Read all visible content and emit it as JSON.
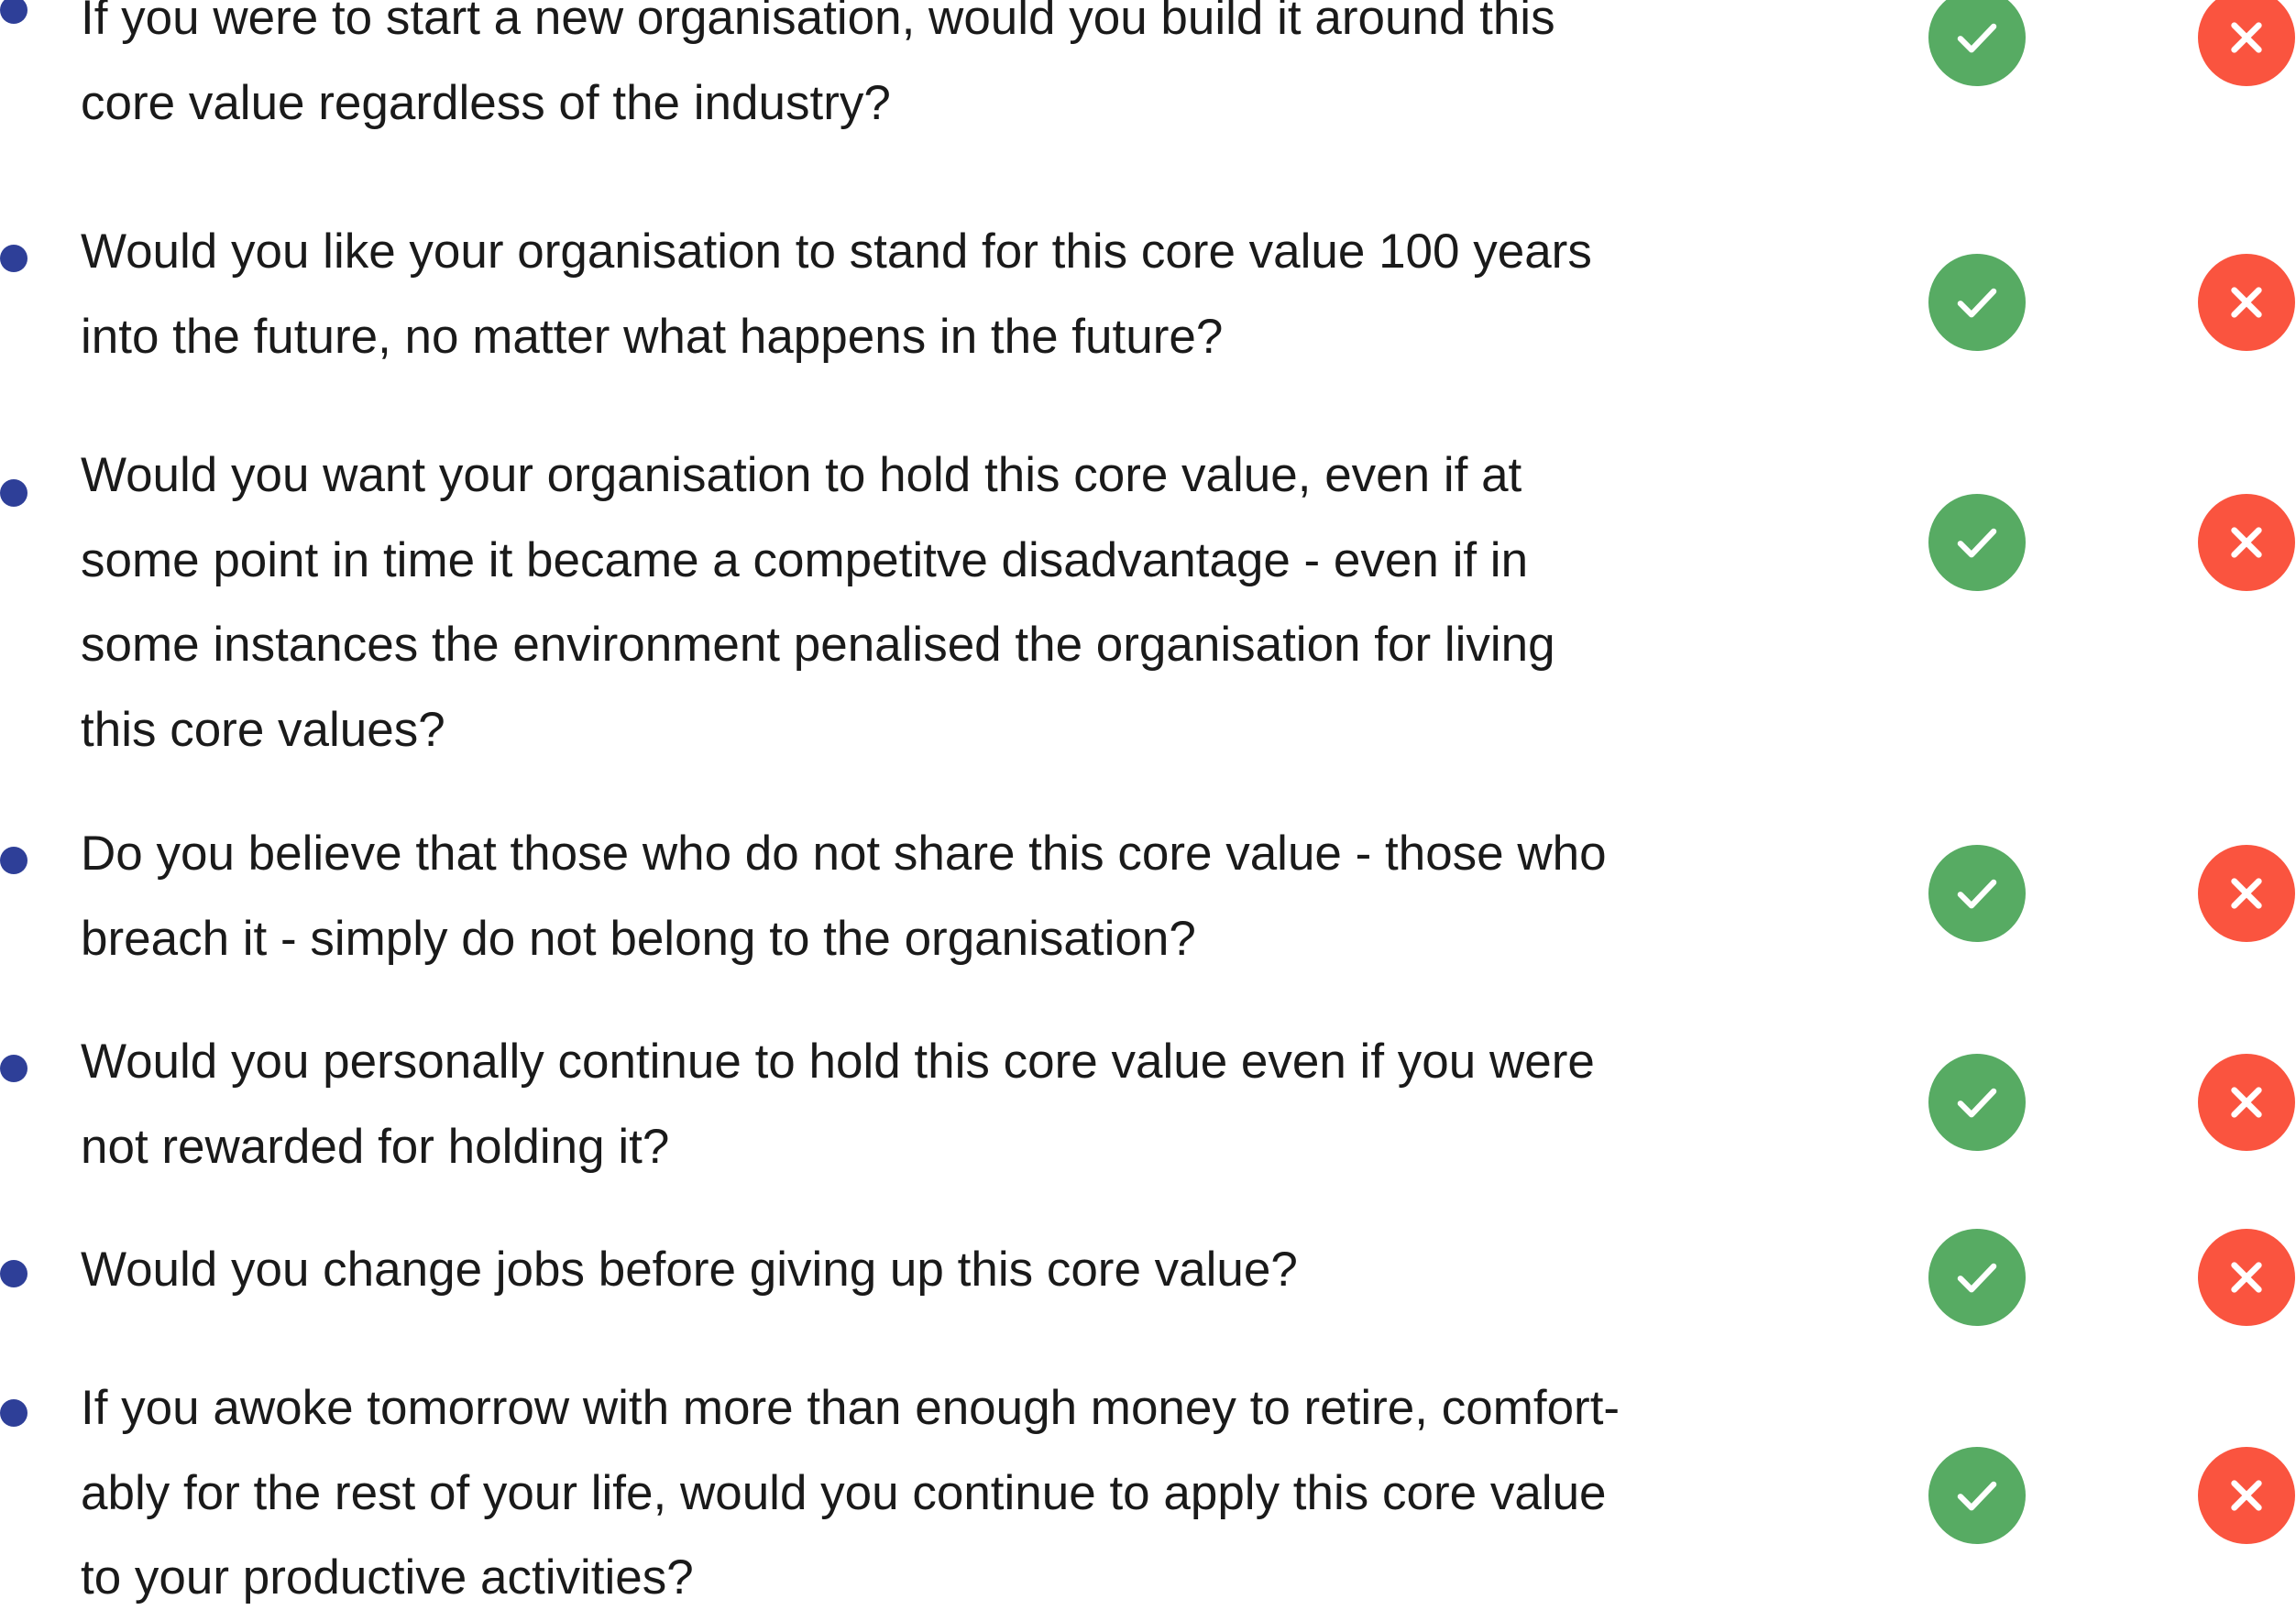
{
  "colors": {
    "bullet": "#2e3f98",
    "yes": "#57ab63",
    "no": "#fa543f",
    "text": "#1a1a1a"
  },
  "icons": {
    "yes": "check-icon",
    "no": "close-icon"
  },
  "questions": [
    {
      "text": "If you were to start a new organisation, would you build it around this\ncore value regardless of the industry?"
    },
    {
      "text": "Would you like your organisation to stand for this core value 100 years\ninto the future, no matter what happens in the future?"
    },
    {
      "text": "Would you want your organisation to hold this core value, even if at\nsome point in time it became a competitve disadvantage - even if in\nsome instances the environment penalised the organisation for living\nthis core values?"
    },
    {
      "text": "Do you believe that those who do not share this core value - those who\nbreach it - simply do not belong to the organisation?"
    },
    {
      "text": "Would you personally continue to hold this core value even if you were\nnot rewarded for holding it?"
    },
    {
      "text": "Would you change jobs before giving up this core value?"
    },
    {
      "text": "If you awoke tomorrow with more than enough money to retire, comfort-\nably for the rest of your life, would you continue to apply this core value\nto your productive activities?"
    }
  ]
}
